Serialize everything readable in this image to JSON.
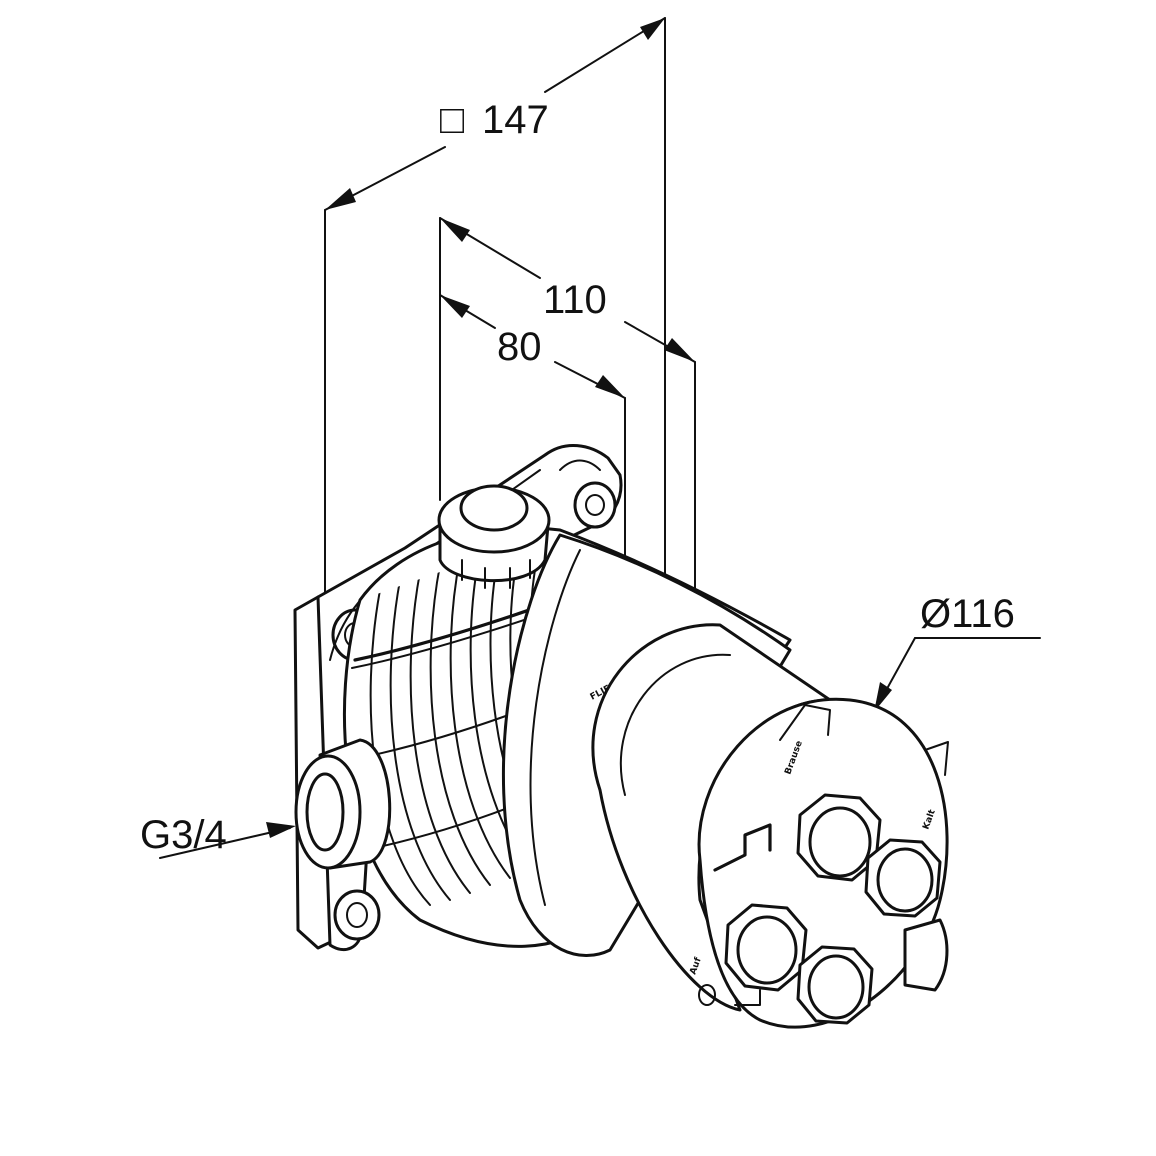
{
  "dimensions": {
    "square_symbol": "□",
    "square_size": "147",
    "depth_outer": "110",
    "depth_inner": "80",
    "diameter": "Ø116",
    "thread": "G3/4"
  },
  "colors": {
    "line": "#111111",
    "background": "#ffffff"
  }
}
